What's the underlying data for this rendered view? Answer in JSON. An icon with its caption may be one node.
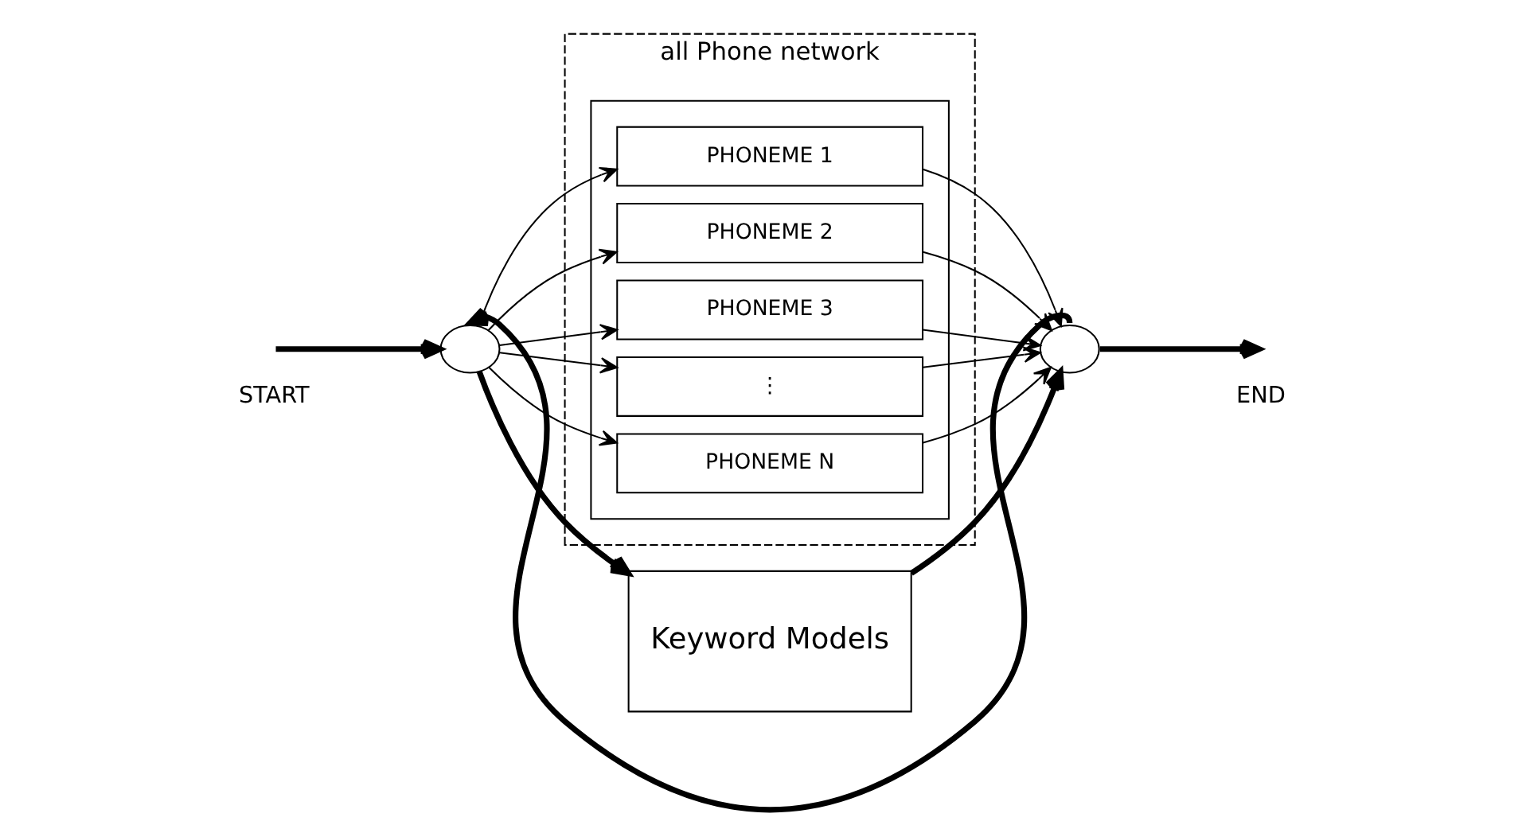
{
  "diagram": {
    "nodes": [
      {
        "text": [
          "all Phone network"
        ]
      },
      {
        "text": [],
        "shape": "box",
        "in": 0
      },
      {
        "text": [
          "PHONEME 1"
        ],
        "in": 1
      },
      {
        "text": [
          "PHONEME 2"
        ],
        "in": 1
      },
      {
        "text": [
          "PHONEME 3"
        ],
        "in": 1
      },
      {
        "text": [
          "⋮"
        ],
        "in": 1
      },
      {
        "text": [
          "PHONEME N"
        ],
        "in": 1
      },
      {
        "text": [],
        "shape": "circle"
      },
      {
        "text": [],
        "shape": "circle"
      },
      {
        "text": [
          "Keyword Models"
        ]
      }
    ],
    "edges": [
      {
        "from": null,
        "to": 7,
        "arrow": "to",
        "style": "thick"
      },
      {
        "from": 7,
        "to": 2,
        "arrow": "to"
      },
      {
        "from": 7,
        "to": 3,
        "arrow": "to"
      },
      {
        "from": 7,
        "to": 4,
        "arrow": "to"
      },
      {
        "from": 7,
        "to": 5,
        "arrow": "to"
      },
      {
        "from": 7,
        "to": 6,
        "arrow": "to"
      },
      {
        "from": 2,
        "to": 8,
        "arrow": "to"
      },
      {
        "from": 3,
        "to": 8,
        "arrow": "to"
      },
      {
        "from": 4,
        "to": 8,
        "arrow": "to"
      },
      {
        "from": 5,
        "to": 8,
        "arrow": "to"
      },
      {
        "from": 6,
        "to": 8,
        "arrow": "to"
      },
      {
        "from": 8,
        "to": 7,
        "arrow": "to",
        "style": "thick"
      },
      {
        "from": 7,
        "to": 9,
        "arrow": "to",
        "style": "thick"
      },
      {
        "from": 9,
        "to": 8,
        "arrow": "to",
        "style": "thick"
      },
      {
        "from": 8,
        "to": null,
        "arrow": "to",
        "style": "thick"
      }
    ],
    "labels": [
      "START",
      "END"
    ]
  }
}
